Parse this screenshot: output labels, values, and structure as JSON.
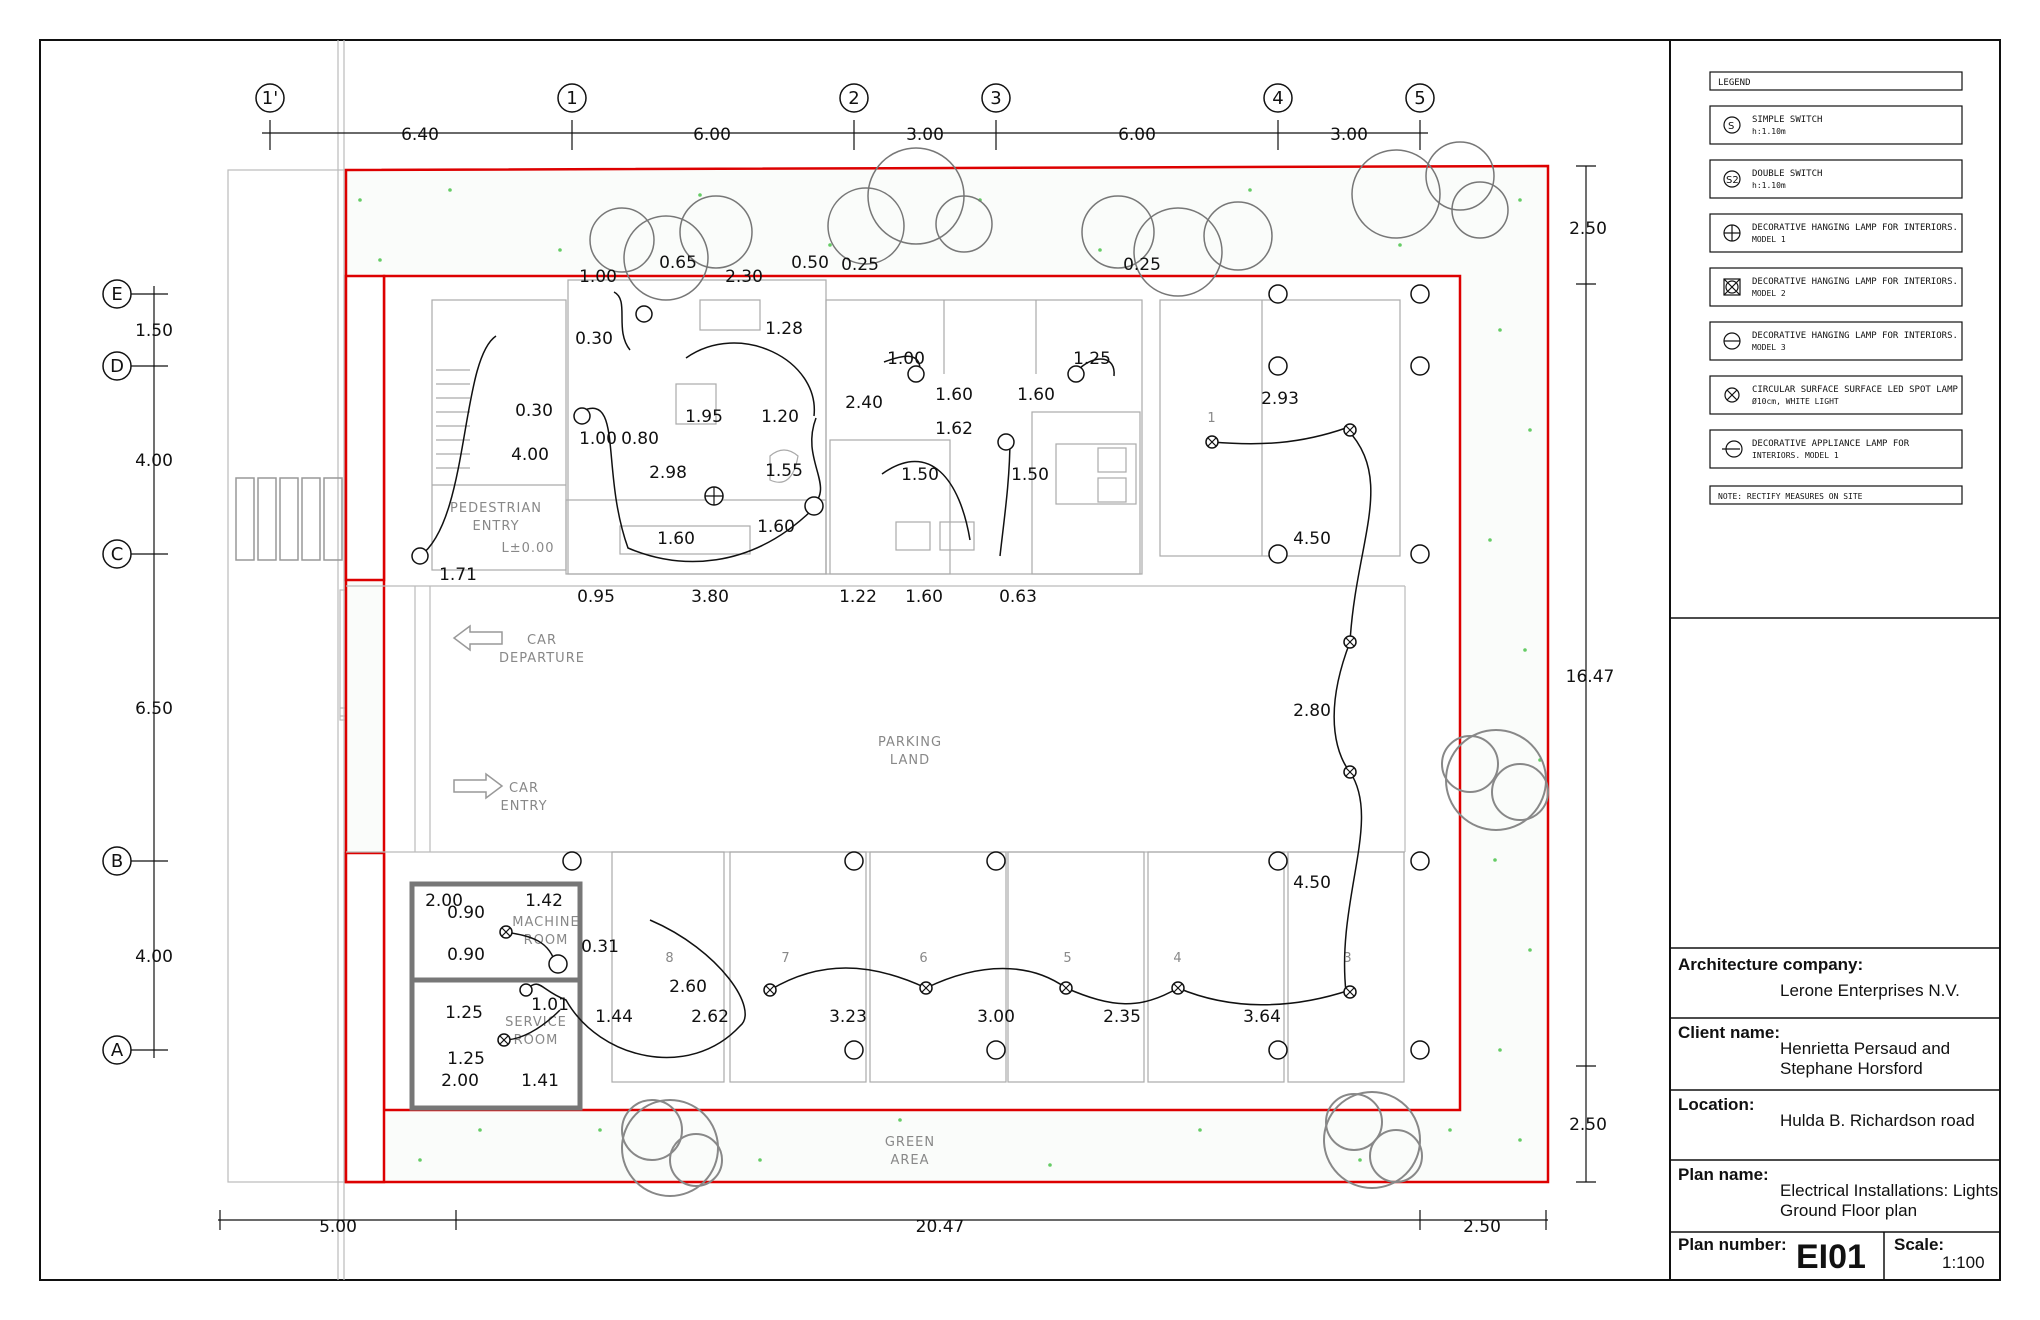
{
  "legend": {
    "title": "LEGEND",
    "items": [
      {
        "symbol": "simple-switch-icon",
        "label": "SIMPLE SWITCH",
        "sub": "h:1.10m"
      },
      {
        "symbol": "double-switch-icon",
        "label": "DOUBLE SWITCH",
        "sub": "h:1.10m"
      },
      {
        "symbol": "hanging-lamp-model-1-icon",
        "label": "DECORATIVE HANGING LAMP FOR INTERIORS.",
        "sub": "MODEL 1"
      },
      {
        "symbol": "hanging-lamp-model-2-icon",
        "label": "DECORATIVE HANGING LAMP FOR INTERIORS.",
        "sub": "MODEL 2"
      },
      {
        "symbol": "hanging-lamp-model-3-icon",
        "label": "DECORATIVE HANGING LAMP FOR INTERIORS.",
        "sub": "MODEL 3"
      },
      {
        "symbol": "led-spot-lamp-icon",
        "label": "CIRCULAR SURFACE SURFACE LED SPOT LAMP",
        "sub": "Ø10cm, WHITE LIGHT"
      },
      {
        "symbol": "appliance-lamp-icon",
        "label": "DECORATIVE APPLIANCE LAMP FOR",
        "sub": "INTERIORS. MODEL 1"
      }
    ],
    "note": "NOTE: RECTIFY MEASURES ON SITE"
  },
  "title_block": {
    "architecture_company_label": "Architecture company:",
    "architecture_company": "Lerone Enterprises N.V.",
    "client_label": "Client name:",
    "client_line1": "Henrietta Persaud and",
    "client_line2": "Stephane Horsford",
    "location_label": "Location:",
    "location": "Hulda B. Richardson road",
    "plan_name_label": "Plan name:",
    "plan_name_line1": "Electrical Installations: Lights",
    "plan_name_line2": "Ground Floor plan",
    "plan_number_label": "Plan number:",
    "plan_number": "EI01",
    "scale_label": "Scale:",
    "scale": "1:100"
  },
  "grid": {
    "columns": [
      "1'",
      "1",
      "2",
      "3",
      "4",
      "5"
    ],
    "rows": [
      "E",
      "D",
      "C",
      "B",
      "A"
    ],
    "top_dims": [
      "6.40",
      "6.00",
      "3.00",
      "6.00",
      "3.00"
    ],
    "left_dims": [
      "1.50",
      "4.00",
      "6.50",
      "4.00"
    ],
    "right_dims": [
      "2.50",
      "16.47",
      "2.50"
    ],
    "bottom_dims": [
      "5.00",
      "20.47",
      "2.50"
    ]
  },
  "rooms": {
    "pedestrian_line1": "PEDESTRIAN",
    "pedestrian_line2": "ENTRY",
    "level": "L±0.00",
    "car_departure_line1": "CAR",
    "car_departure_line2": "DEPARTURE",
    "car_entry_line1": "CAR",
    "car_entry_line2": "ENTRY",
    "parking_line1": "PARKING",
    "parking_line2": "LAND",
    "machine_line1": "MACHINE",
    "machine_line2": "ROOM",
    "service_line1": "SERVICE",
    "service_line2": "ROOM",
    "green_line1": "GREEN",
    "green_line2": "AREA",
    "parking_numbers": [
      "8",
      "7",
      "6",
      "5",
      "4",
      "3"
    ],
    "parking_top_number": "1"
  },
  "dims": {
    "d100": "1.00",
    "d065": "0.65",
    "d230": "2.30",
    "d050": "0.50",
    "d025a": "0.25",
    "d025b": "0.25",
    "d030": "0.30",
    "d128": "1.28",
    "d100b": "1.00",
    "d125": "1.25",
    "d030b": "0.30",
    "d100c": "1.00",
    "d080": "0.80",
    "d195": "1.95",
    "d120": "1.20",
    "d240": "2.40",
    "d160a": "1.60",
    "d160b": "1.60",
    "d162": "1.62",
    "d293": "2.93",
    "d400": "4.00",
    "d298": "2.98",
    "d155": "1.55",
    "d150a": "1.50",
    "d150b": "1.50",
    "d160c": "1.60",
    "d160d": "1.60",
    "d171": "1.71",
    "d095": "0.95",
    "d380": "3.80",
    "d122": "1.22",
    "d160e": "1.60",
    "d063": "0.63",
    "d450a": "4.50",
    "d280": "2.80",
    "d450b": "4.50",
    "d200a": "2.00",
    "d142": "1.42",
    "d090a": "0.90",
    "d090b": "0.90",
    "d031": "0.31",
    "d260": "2.60",
    "d125b": "1.25",
    "d101": "1.01",
    "d144": "1.44",
    "d262": "2.62",
    "d323": "3.23",
    "d300": "3.00",
    "d235": "2.35",
    "d364": "3.64",
    "d125c": "1.25",
    "d200b": "2.00",
    "d141": "1.41"
  }
}
